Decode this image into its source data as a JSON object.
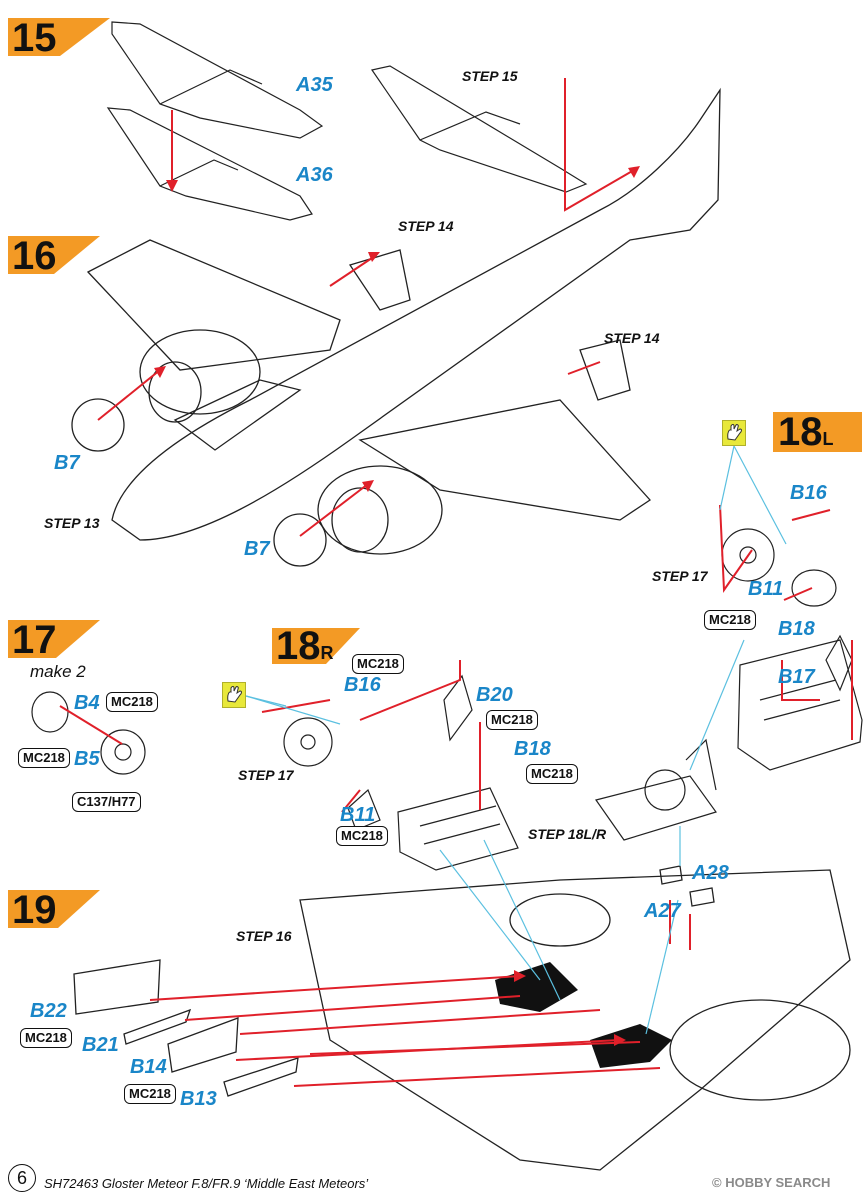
{
  "steps": {
    "s15": "15",
    "s16": "16",
    "s17": "17",
    "s18l_num": "18",
    "s18l_sub": "L",
    "s18r_num": "18",
    "s18r_sub": "R",
    "s19": "19"
  },
  "step_labels": {
    "step15": "STEP 15",
    "step14_top": "STEP 14",
    "step14_right": "STEP 14",
    "step13": "STEP 13",
    "step17_left": "STEP 17",
    "step17_right": "STEP 17",
    "step18lr": "STEP 18L/R",
    "step16": "STEP 16"
  },
  "parts": {
    "a35": "A35",
    "a36": "A36",
    "b7_left": "B7",
    "b7_bottom": "B7",
    "b16_right": "B16",
    "b11_right": "B11",
    "b18_right": "B18",
    "b17": "B17",
    "b4": "B4",
    "b5": "B5",
    "b16_left": "B16",
    "b20": "B20",
    "b18_left": "B18",
    "b11_left": "B11",
    "a28": "A28",
    "a27": "A27",
    "b22": "B22",
    "b21": "B21",
    "b14": "B14",
    "b13": "B13"
  },
  "paints": {
    "mc218_b4": "MC218",
    "mc218_b5": "MC218",
    "c137": "C137/H77",
    "mc218_b16l": "MC218",
    "mc218_b20": "MC218",
    "mc218_b18l": "MC218",
    "mc218_b11l": "MC218",
    "mc218_b18r": "MC218",
    "mc218_b22": "MC218",
    "mc218_b14": "MC218"
  },
  "make2": "make 2",
  "page_number": "6",
  "footer": "SH72463 Gloster Meteor F.8/FR.9 ‘Middle East Meteors’",
  "watermark": "© HOBBY SEARCH",
  "colors": {
    "step_tab": "#f39a25",
    "arrow": "#e0202a",
    "leader": "#5bc0e0",
    "part_label": "#1a86c8"
  },
  "icons": [
    "hand-glue-icon"
  ]
}
